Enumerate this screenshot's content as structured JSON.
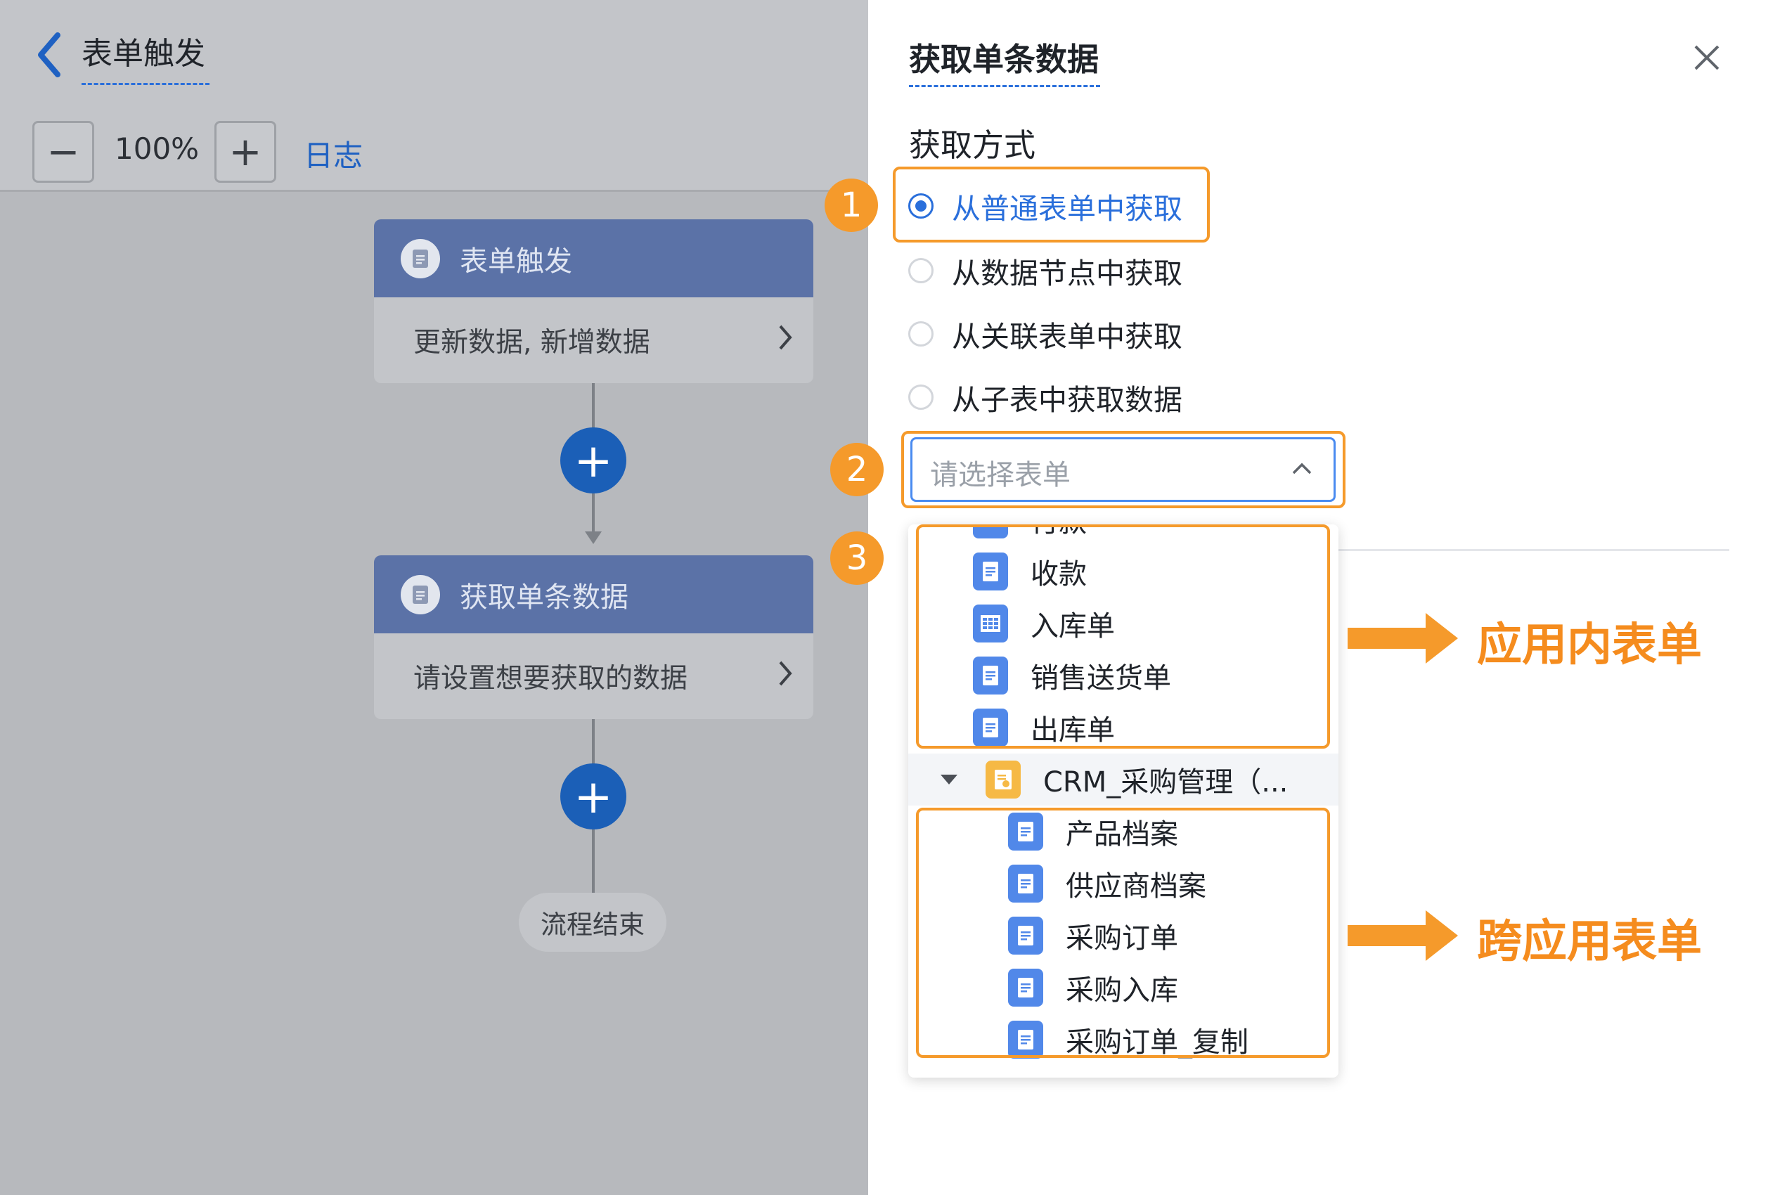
{
  "canvas": {
    "title": "表单触发",
    "zoom_out_label": "−",
    "zoom_level": "100%",
    "zoom_in_label": "+",
    "log_label": "日志",
    "nodes": [
      {
        "title": "表单触发",
        "body": "更新数据, 新增数据"
      },
      {
        "title": "获取单条数据",
        "body": "请设置想要获取的数据"
      }
    ],
    "add_label": "+",
    "end_label": "流程结束"
  },
  "panel": {
    "title": "获取单条数据",
    "method_label": "获取方式",
    "options": [
      "从普通表单中获取",
      "从数据节点中获取",
      "从关联表单中获取",
      "从子表中获取数据"
    ],
    "selected_option": 0,
    "select_placeholder": "请选择表单",
    "dropdown": {
      "partial_item": "付款",
      "app_forms": [
        "收款",
        "入库单",
        "销售送货单",
        "出库单"
      ],
      "group": "CRM_采购管理（...",
      "cross_app_forms": [
        "产品档案",
        "供应商档案",
        "采购订单",
        "采购入库",
        "采购订单_复制"
      ]
    }
  },
  "annotations": {
    "badges": [
      "1",
      "2",
      "3"
    ],
    "app_forms_label": "应用内表单",
    "cross_app_forms_label": "跨应用表单"
  },
  "colors": {
    "accent": "#2a6fdb",
    "annotation": "#f59a2b",
    "node_header": "#5b72a7",
    "add_button": "#1b5fb7",
    "form_icon": "#5188e9",
    "app_icon": "#f6b945"
  },
  "icons": {
    "back": "chevron-left-icon",
    "close": "close-icon",
    "form": "document-icon",
    "table_form": "grid-icon",
    "app": "app-icon"
  }
}
